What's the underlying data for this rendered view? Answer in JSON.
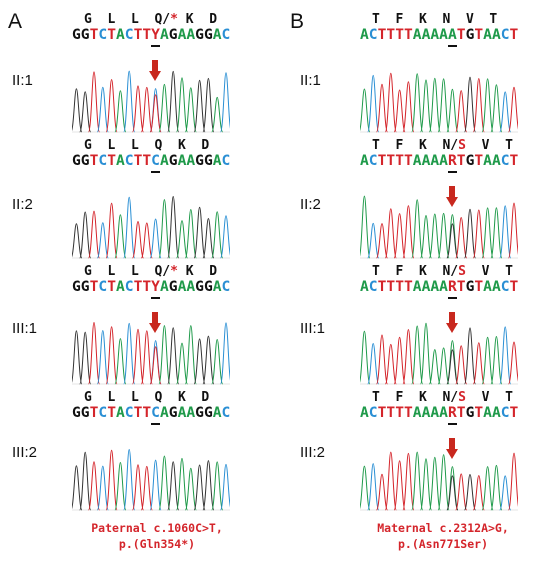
{
  "panels": [
    {
      "letter": "A",
      "caption_line1": "Paternal c.1060C>T,",
      "caption_line2": "p.(Gln354*)",
      "rows": [
        {
          "label": "II:1",
          "aa": "G  L  L  Q/* K  D",
          "seq": "GGTCTACTTYAGAAGGAC",
          "arrow": true
        },
        {
          "label": "II:2",
          "aa": "G  L  L  Q  K  D",
          "seq": "GGTCTACTTCAGAAGGAC",
          "arrow": false
        },
        {
          "label": "III:1",
          "aa": "G  L  L  Q/* K  D",
          "seq": "GGTCTACTTYAGAAGGAC",
          "arrow": true
        },
        {
          "label": "III:2",
          "aa": "G  L  L  Q  K  D",
          "seq": "GGTCTACTTCAGAAGGAC",
          "arrow": false
        }
      ]
    },
    {
      "letter": "B",
      "caption_line1": "Maternal c.2312A>G,",
      "caption_line2": "p.(Asn771Ser)",
      "rows": [
        {
          "label": "II:1",
          "aa": "T  F  K  N  V  T",
          "seq": "ACTTTTAAAAATGTAACT",
          "arrow": false
        },
        {
          "label": "II:2",
          "aa": "T  F  K  N/S  V  T",
          "seq": "ACTTTTAAAARTGTAACT",
          "arrow": true
        },
        {
          "label": "III:1",
          "aa": "T  F  K  N/S  V  T",
          "seq": "ACTTTTAAAARTGTAACT",
          "arrow": true
        },
        {
          "label": "III:2",
          "aa": "T  F  K  N/S  V  T",
          "seq": "ACTTTTAAAARTGTAACT",
          "arrow": true
        }
      ]
    }
  ],
  "colors": {
    "A": "#1f9a4a",
    "C": "#2a8fd4",
    "G": "#111111",
    "T": "#d4252b",
    "mut": "#d4252b",
    "arrow": "#c8281e"
  }
}
